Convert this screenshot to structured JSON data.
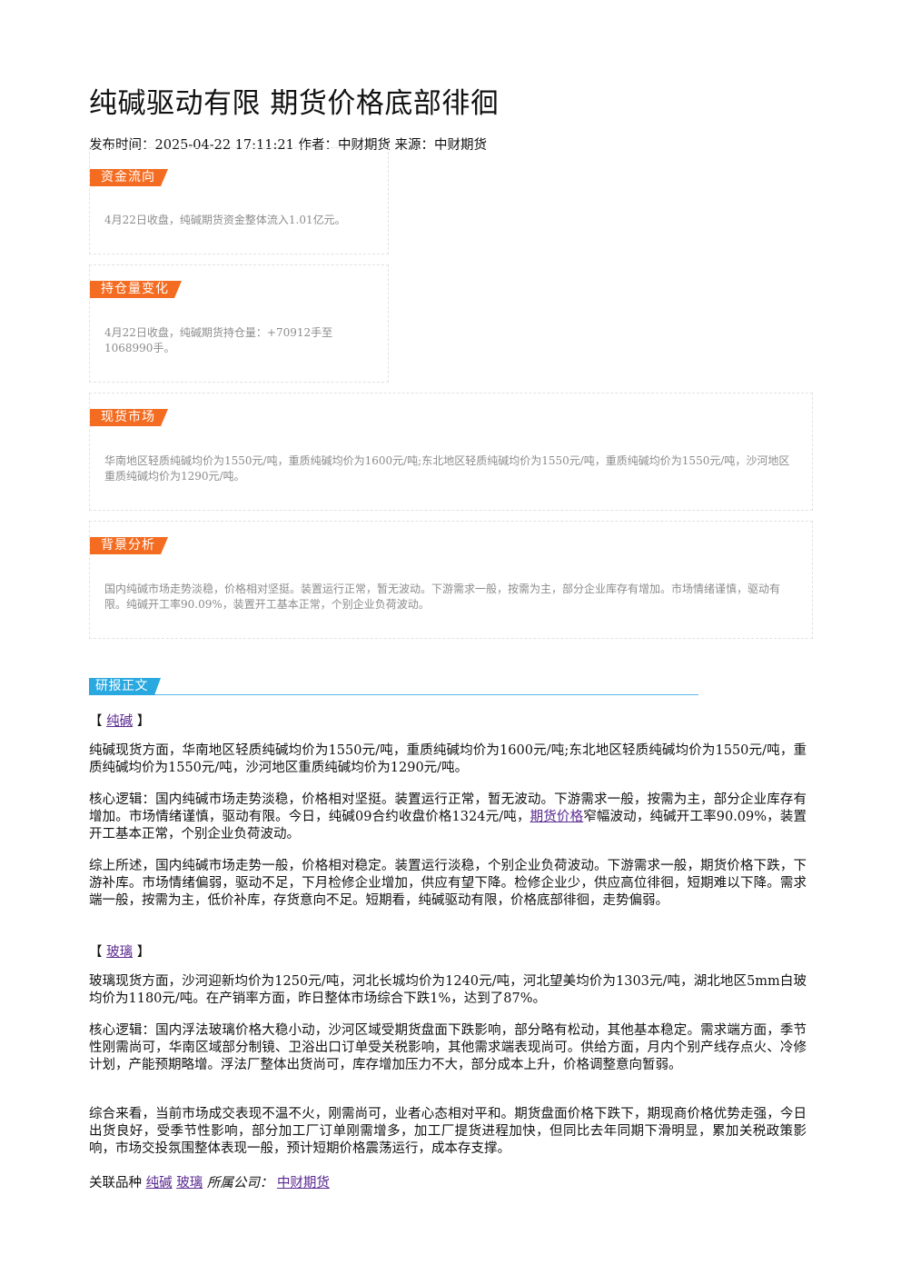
{
  "article": {
    "title": "纯碱驱动有限 期货价格底部徘徊",
    "meta": "发布时间：2025-04-22 17:11:21 作者：中财期货 来源：中财期货"
  },
  "summary": [
    {
      "tag": "资金流向",
      "text": "4月22日收盘，纯碱期货资金整体流入1.01亿元。"
    },
    {
      "tag": "持仓量变化",
      "text": "4月22日收盘，纯碱期货持仓量：+70912手至1068990手。"
    },
    {
      "tag": "现货市场",
      "text": "华南地区轻质纯碱均价为1550元/吨，重质纯碱均价为1600元/吨;东北地区轻质纯碱均价为1550元/吨，重质纯碱均价为1550元/吨，沙河地区重质纯碱均价为1290元/吨。"
    },
    {
      "tag": "背景分析",
      "text": "国内纯碱市场走势淡稳，价格相对坚挺。装置运行正常，暂无波动。下游需求一般，按需为主，部分企业库存有增加。市场情绪谨慎，驱动有限。纯碱开工率90.09%，装置开工基本正常，个别企业负荷波动。"
    }
  ],
  "body": {
    "section_label": "研报正文",
    "soda": {
      "bracket_open": "【",
      "bracket_close": "】",
      "name": "纯碱",
      "p1": "纯碱现货方面，华南地区轻质纯碱均价为1550元/吨，重质纯碱均价为1600元/吨;东北地区轻质纯碱均价为1550元/吨，重质纯碱均价为1550元/吨，沙河地区重质纯碱均价为1290元/吨。",
      "p2_before": "核心逻辑：国内纯碱市场走势淡稳，价格相对坚挺。装置运行正常，暂无波动。下游需求一般，按需为主，部分企业库存有增加。市场情绪谨慎，驱动有限。今日，纯碱09合约收盘价格1324元/吨，",
      "p2_link": "期货价格",
      "p2_after": "窄幅波动，纯碱开工率90.09%，装置开工基本正常，个别企业负荷波动。",
      "p3": "综上所述，国内纯碱市场走势一般，价格相对稳定。装置运行淡稳，个别企业负荷波动。下游需求一般，期货价格下跌，下游补库。市场情绪偏弱，驱动不足，下月检修企业增加，供应有望下降。检修企业少，供应高位徘徊，短期难以下降。需求端一般，按需为主，低价补库，存货意向不足。短期看，纯碱驱动有限，价格底部徘徊，走势偏弱。"
    },
    "glass": {
      "name": "玻璃",
      "p1": "玻璃现货方面，沙河迎新均价为1250元/吨，河北长城均价为1240元/吨，河北望美均价为1303元/吨，湖北地区5mm白玻均价为1180元/吨。在产销率方面，昨日整体市场综合下跌1%，达到了87%。",
      "p2": "核心逻辑：国内浮法玻璃价格大稳小动，沙河区域受期货盘面下跌影响，部分略有松动，其他基本稳定。需求端方面，季节性刚需尚可，华南区域部分制镜、卫浴出口订单受关税影响，其他需求端表现尚可。供给方面，月内个别产线存点火、冷修计划，产能预期略增。浮法厂整体出货尚可，库存增加压力不大，部分成本上升，价格调整意向暂弱。",
      "p3": "综合来看，当前市场成交表现不温不火，刚需尚可，业者心态相对平和。期货盘面价格下跌下，期现商价格优势走强，今日出货良好，受季节性影响，部分加工厂订单刚需增多，加工厂提货进程加快，但同比去年同期下滑明显，累加关税政策影响，市场交投氛围整体表现一般，预计短期价格震荡运行，成本存支撑。"
    },
    "footer": {
      "label": "关联品种",
      "link1": "纯碱",
      "link2": "玻璃",
      "company_label": "所属公司：",
      "company": "中财期货"
    }
  }
}
